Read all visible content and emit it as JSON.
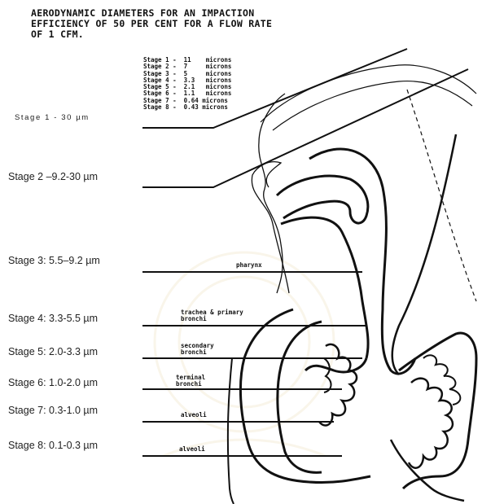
{
  "title": {
    "line1": "AERODYNAMIC DIAMETERS FOR AN IMPACTION",
    "line2": "EFFICIENCY OF 50 PER CENT FOR A FLOW RATE",
    "line3": "OF 1 CFM."
  },
  "stage_table": [
    "Stage 1 -  11    microns",
    "Stage 2 -  7     microns",
    "Stage 3 -  5     microns",
    "Stage 4 -  3.3   microns",
    "Stage 5 -  2.1   microns",
    "Stage 6 -  1.1   microns",
    "Stage 7 -  0.64 microns",
    "Stage 8 -  0.43 microns"
  ],
  "stage_labels": [
    "Stage 1 - 30 µm",
    "Stage 2 –9.2-30 µm",
    "Stage 3: 5.5–9.2 µm",
    "Stage 4: 3.3-5.5 µm",
    "Stage 5: 2.0-3.3 µm",
    "Stage 6: 1.0-2.0 µm",
    "Stage 7: 0.3-1.0 µm",
    "Stage 8: 0.1-0.3 µm"
  ],
  "anatomy": {
    "pharynx": "pharynx",
    "trachea": "trachea & primary\nbronchi",
    "secondary": "secondary\nbronchi",
    "terminal": "terminal\nbronchi",
    "alveoli_1": "alveoli",
    "alveoli_2": "alveoli"
  }
}
